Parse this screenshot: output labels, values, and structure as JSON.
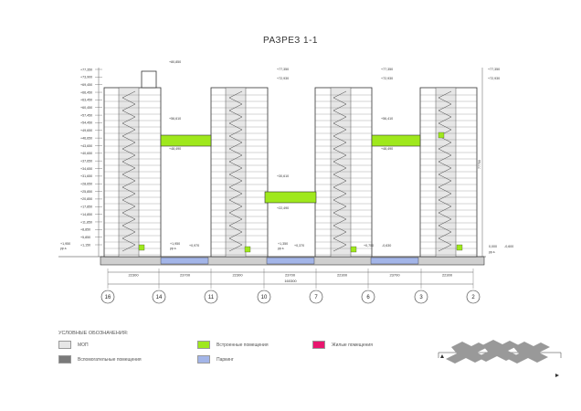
{
  "title": "РАЗРЕЗ 1-1",
  "colors": {
    "mop": "#e6e6e6",
    "auxiliary": "#7a7a7a",
    "builtin": "#9fe81c",
    "residential": "#e8166e",
    "parking": "#a3b5e8",
    "outline": "#333333"
  },
  "axes": [
    "16",
    "14",
    "11",
    "10",
    "7",
    "6",
    "3",
    "2"
  ],
  "bay_dims": [
    "22300",
    "23700",
    "22300",
    "23700",
    "22300",
    "23700",
    "22300"
  ],
  "total_dim": "160300",
  "left_levels": [
    "+77,350",
    "+73,900",
    "+69,450",
    "+66,450",
    "+63,450",
    "+60,450",
    "+57,450",
    "+54,450",
    "+49,650",
    "+46,650",
    "+43,650",
    "+40,650",
    "+37,650",
    "+34,650",
    "+31,650",
    "+28,650",
    "+25,850",
    "+20,850",
    "+17,850",
    "+14,850",
    "+11,850",
    "+8,850",
    "+5,850",
    "+1,150"
  ],
  "left_ground": {
    "a": "+1,950",
    "b": "ур.з."
  },
  "tower_tops": {
    "t1": "+80,850",
    "t2": [
      "+77,350",
      "+72,930"
    ],
    "t3": [
      "+77,350",
      "+72,930"
    ],
    "t4": [
      "+77,350",
      "+72,930"
    ]
  },
  "bridges": {
    "b1": [
      "+56,610",
      "+48,490"
    ],
    "b2": [
      "+30,610",
      "+22,490"
    ],
    "b3": [
      "+56,410",
      "+48,490"
    ]
  },
  "ground_marks": {
    "m1": [
      "+1,950",
      "ур.з."
    ],
    "m2": "+0,970",
    "m3": [
      "+1,350",
      "ур.з."
    ],
    "m4": "+0,370",
    "m5": "+0,750",
    "m6": "-0,630",
    "m7": "0,000",
    "m8": "-0,600",
    "m9": "ур.з."
  },
  "right_height": "77750",
  "legend": {
    "heading": "УСЛОВНЫЕ ОБОЗНАЧЕНИЯ:",
    "mop": "МОП",
    "auxiliary": "Вспомогательные помещения",
    "builtin": "Встроенные помещения",
    "parking": "Паркинг",
    "residential": "Жилые помещения"
  }
}
